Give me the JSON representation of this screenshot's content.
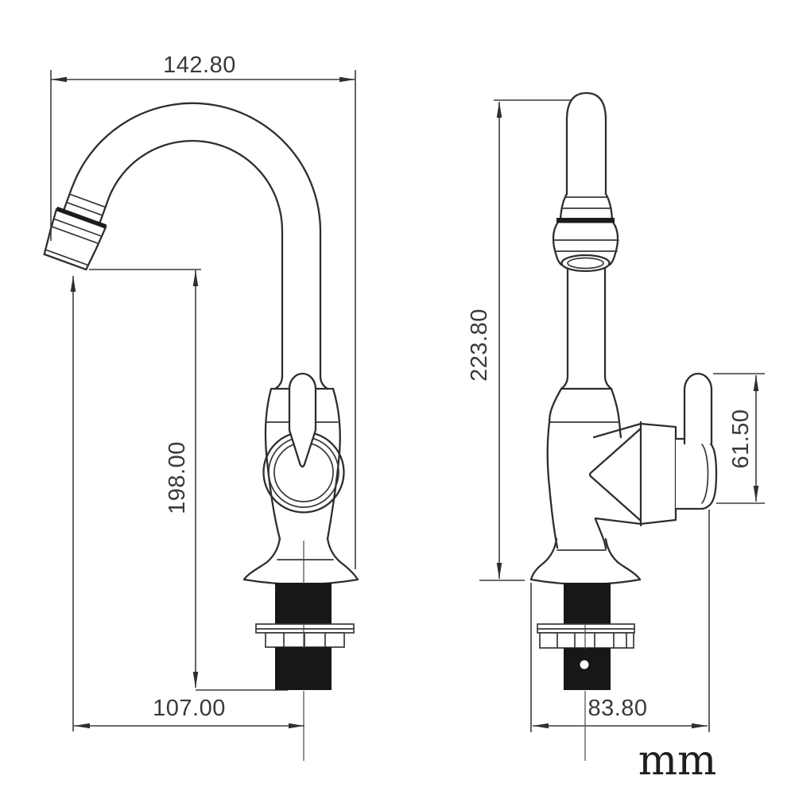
{
  "unit": {
    "label": "mm"
  },
  "front_view": {
    "dimensions": {
      "spout_span": "142.80",
      "outlet_height": "198.00",
      "outlet_reach": "107.00"
    }
  },
  "side_view": {
    "dimensions": {
      "total_height": "223.80",
      "handle_height": "61.50",
      "base_depth": "83.80"
    }
  }
}
